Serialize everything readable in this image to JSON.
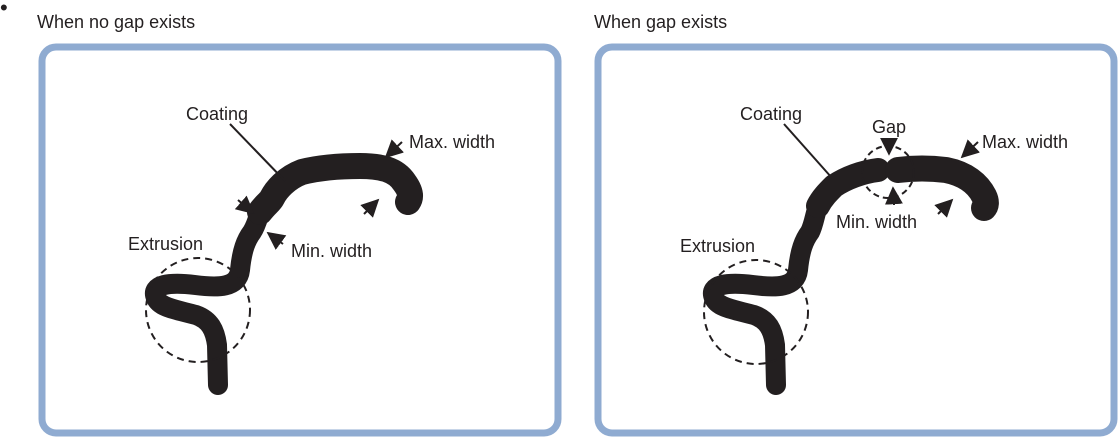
{
  "bullet": "•",
  "panels": [
    {
      "heading": "When no gap exists",
      "labels": {
        "coating": "Coating",
        "max_width": "Max. width",
        "min_width": "Min. width",
        "extrusion": "Extrusion"
      }
    },
    {
      "heading": "When gap exists",
      "labels": {
        "coating": "Coating",
        "gap": "Gap",
        "max_width": "Max. width",
        "min_width": "Min. width",
        "extrusion": "Extrusion"
      }
    }
  ],
  "colors": {
    "frame_border": "#8fabd1",
    "stroke": "#231f20",
    "background": "#ffffff"
  }
}
